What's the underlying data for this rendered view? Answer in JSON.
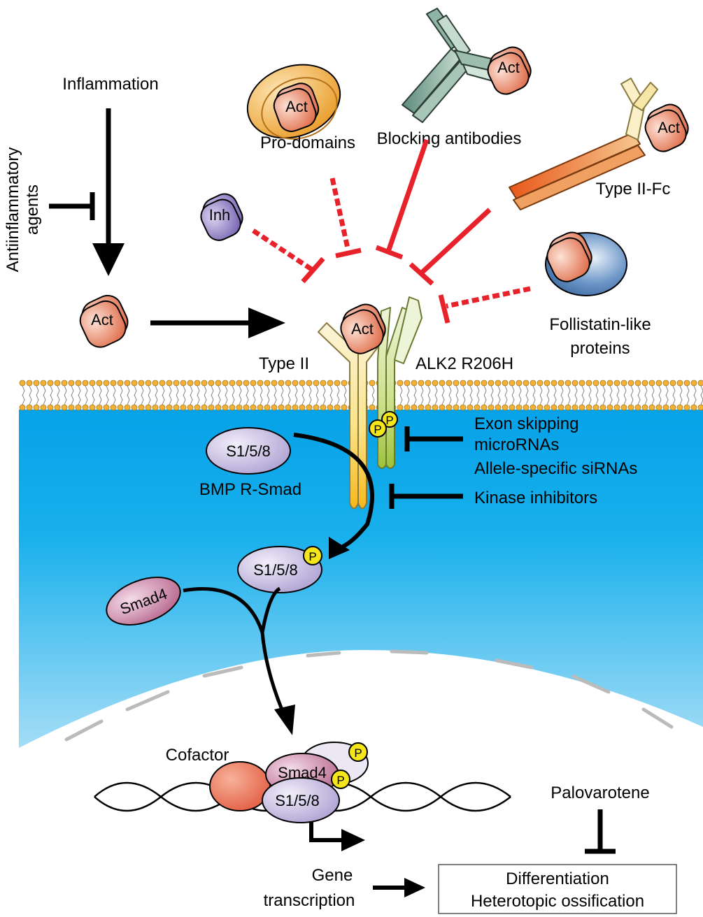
{
  "labels": {
    "inflammation": "Inflammation",
    "anti_line1": "Antiinflammatory",
    "anti_line2": "agents",
    "pro_domains": "Pro-domains",
    "blocking_antibodies": "Blocking antibodies",
    "type2_fc": "Type II-Fc",
    "follistatin_line1": "Follistatin-like",
    "follistatin_line2": "proteins",
    "type2": "Type II",
    "alk2": "ALK2 R206H",
    "exon_skipping": "Exon skipping",
    "micrornas": "microRNAs",
    "allele_sirnas": "Allele-specific siRNAs",
    "kinase_inhibitors": "Kinase inhibitors",
    "bmp_rsmad": "BMP R-Smad",
    "cofactor": "Cofactor",
    "palovarotene": "Palovarotene",
    "gene_line1": "Gene",
    "gene_line2": "transcription",
    "differentiation": "Differentiation",
    "heterotopic": "Heterotopic ossification"
  },
  "molecules": {
    "act": "Act",
    "inh": "Inh",
    "s158": "S1/5/8",
    "smad4": "Smad4",
    "phospho": "P"
  },
  "colors": {
    "inhibition_red": "#e8222a",
    "activin": "#ea8a6c",
    "inhibin": "#8c7cc0",
    "rsmad": "#c9c0e0",
    "smad4": "#c0769a",
    "phospho": "#f4e61a",
    "prodomain": "#f2a838",
    "antibody": "#7fa898",
    "follistatin": "#3f6fa8",
    "cytoplasm_top": "#0aa3e6",
    "membrane_head": "#f2b23a"
  }
}
